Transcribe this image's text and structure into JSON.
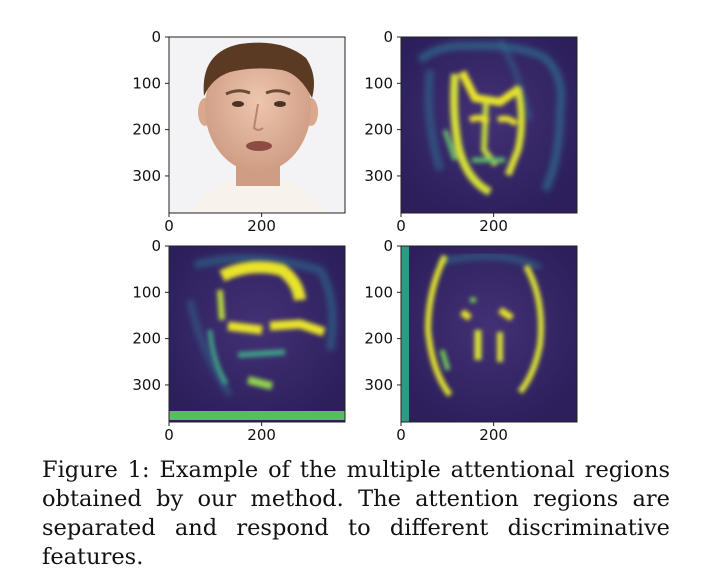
{
  "figure": {
    "caption": "Figure 1: Example of the multiple attentional regions obtained by our method. The attention regions are separated and respond to different discriminative features.",
    "panels": [
      {
        "id": "face-photo",
        "kind": "photo"
      },
      {
        "id": "attention-1",
        "kind": "heatmap"
      },
      {
        "id": "attention-2",
        "kind": "heatmap"
      },
      {
        "id": "attention-3",
        "kind": "heatmap"
      }
    ],
    "x_tick_labels": [
      "0",
      "200"
    ],
    "y_tick_labels": [
      "0",
      "100",
      "200",
      "300"
    ],
    "colors": {
      "heat_low": "#3b1a66",
      "heat_mid": "#2f8a8a",
      "heat_high": "#e8e32a",
      "skin": "#e0b59e",
      "hair": "#5a3a22"
    }
  },
  "chart_data": [
    {
      "type": "heatmap",
      "title": "",
      "x_ticks": [
        0,
        200
      ],
      "y_ticks": [
        0,
        100,
        200,
        300
      ],
      "xlim": [
        0,
        380
      ],
      "ylim": [
        380,
        0
      ],
      "content": "photo"
    },
    {
      "type": "heatmap",
      "title": "",
      "x_ticks": [
        0,
        200
      ],
      "y_ticks": [
        0,
        100,
        200,
        300
      ],
      "xlim": [
        0,
        380
      ],
      "ylim": [
        380,
        0
      ]
    },
    {
      "type": "heatmap",
      "title": "",
      "x_ticks": [
        0,
        200
      ],
      "y_ticks": [
        0,
        100,
        200,
        300
      ],
      "xlim": [
        0,
        380
      ],
      "ylim": [
        380,
        0
      ]
    },
    {
      "type": "heatmap",
      "title": "",
      "x_ticks": [
        0,
        200
      ],
      "y_ticks": [
        0,
        100,
        200,
        300
      ],
      "xlim": [
        0,
        380
      ],
      "ylim": [
        380,
        0
      ]
    }
  ]
}
